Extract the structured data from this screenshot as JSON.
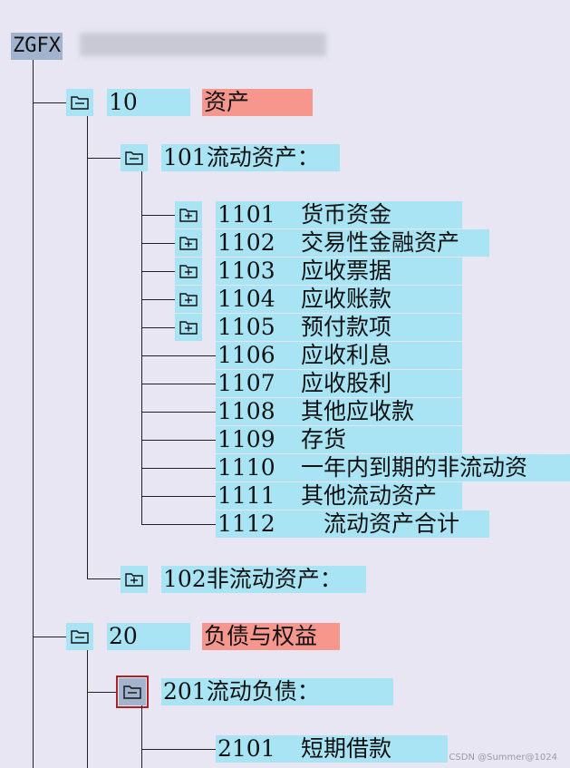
{
  "root": {
    "code": "ZGFX"
  },
  "groups": [
    {
      "code": "10",
      "name": "资产"
    },
    {
      "code": "20",
      "name": "负债与权益"
    }
  ],
  "subgroups": [
    {
      "label": "101流动资产："
    },
    {
      "label": "102非流动资产："
    },
    {
      "label": "201流动负债："
    }
  ],
  "items": [
    {
      "code": "1101",
      "name": "货币资金",
      "expandable": true
    },
    {
      "code": "1102",
      "name": "交易性金融资产",
      "expandable": true
    },
    {
      "code": "1103",
      "name": "应收票据",
      "expandable": true
    },
    {
      "code": "1104",
      "name": "应收账款",
      "expandable": true
    },
    {
      "code": "1105",
      "name": "预付款项",
      "expandable": true
    },
    {
      "code": "1106",
      "name": "应收利息",
      "expandable": false
    },
    {
      "code": "1107",
      "name": "应收股利",
      "expandable": false
    },
    {
      "code": "1108",
      "name": "其他应收款",
      "expandable": false
    },
    {
      "code": "1109",
      "name": "存货",
      "expandable": false
    },
    {
      "code": "1110",
      "name": "一年内到期的非流动资",
      "expandable": false
    },
    {
      "code": "1111",
      "name": "其他流动资产",
      "expandable": false
    },
    {
      "code": "1112",
      "name": "　流动资产合计",
      "expandable": false
    }
  ],
  "items_liab": [
    {
      "code": "2101",
      "name": "短期借款",
      "expandable": false
    }
  ],
  "watermark": "CSDN @Summer@1024",
  "colors": {
    "background": "#e8e6f3",
    "highlight": "#a8e4f4",
    "accent": "#f7968c",
    "selected": "#a2b3cd"
  }
}
